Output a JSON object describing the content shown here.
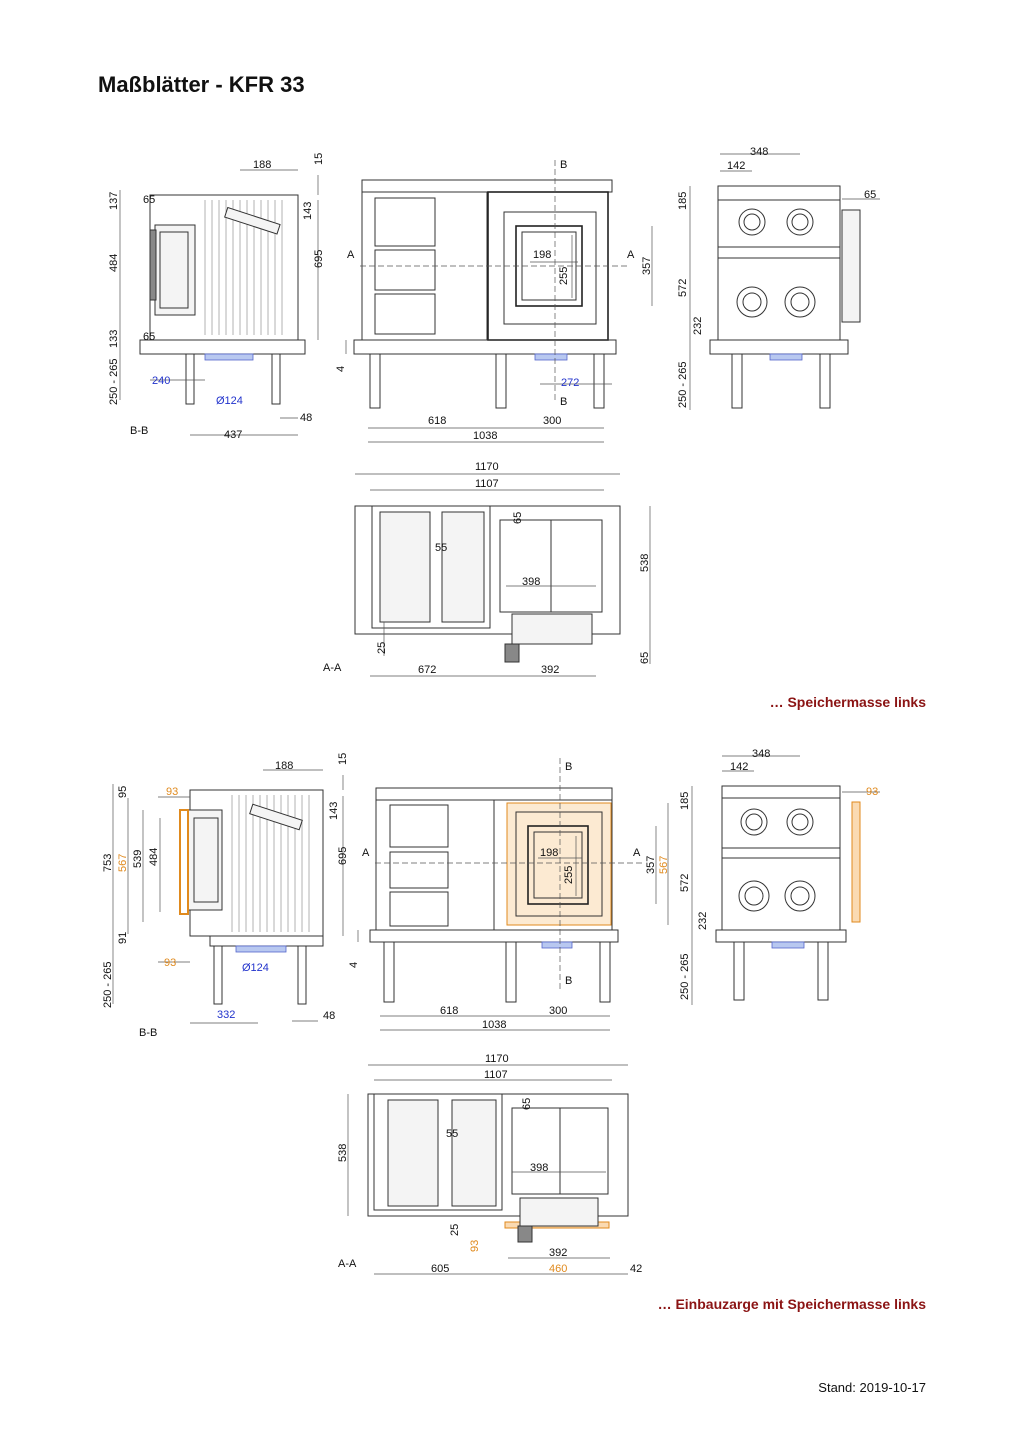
{
  "title": "Maßblätter - KFR 33",
  "captions": {
    "top": "… Speichermasse links",
    "bottom": "… Einbauzarge mit Speichermasse links"
  },
  "stand": "Stand: 2019-10-17",
  "colors": {
    "caption": "#8b1414",
    "dim_blue": "#2233cc",
    "dim_orange": "#e08a1e"
  },
  "s1": {
    "bb": {
      "label": "B-B",
      "d188": "188",
      "d15": "15",
      "d137": "137",
      "d65a": "65",
      "d143": "143",
      "d484": "484",
      "d695": "695",
      "d65b": "65",
      "d133": "133",
      "d250": "250 - 265",
      "d240": "240",
      "d124": "Ø124",
      "d48": "48",
      "d437": "437"
    },
    "front": {
      "b": "B",
      "a": "A",
      "d198": "198",
      "d255": "255",
      "d357": "357",
      "d4": "4",
      "d272": "272",
      "d618": "618",
      "d300": "300",
      "d1038": "1038"
    },
    "side": {
      "d348": "348",
      "d142": "142",
      "d65": "65",
      "d185": "185",
      "d572": "572",
      "d232": "232",
      "d250": "250 - 265"
    },
    "aa": {
      "label": "A-A",
      "d1170": "1170",
      "d1107": "1107",
      "d65a": "65",
      "d55": "55",
      "d398": "398",
      "d538": "538",
      "d25": "25",
      "d65b": "65",
      "d672": "672",
      "d392": "392"
    }
  },
  "s2": {
    "bb": {
      "label": "B-B",
      "d188": "188",
      "d15": "15",
      "d95": "95",
      "d93a": "93",
      "d143": "143",
      "d753": "753",
      "d567": "567",
      "d539": "539",
      "d484": "484",
      "d695": "695",
      "d91": "91",
      "d93b": "93",
      "d124": "Ø124",
      "d250": "250 - 265",
      "d332": "332",
      "d48": "48"
    },
    "front": {
      "b": "B",
      "a": "A",
      "d198": "198",
      "d255": "255",
      "d357": "357",
      "d567": "567",
      "d4": "4",
      "d618": "618",
      "d300": "300",
      "d1038": "1038"
    },
    "side": {
      "d348": "348",
      "d142": "142",
      "d93": "93",
      "d185": "185",
      "d572": "572",
      "d232": "232",
      "d250": "250 - 265"
    },
    "aa": {
      "label": "A-A",
      "d1170": "1170",
      "d1107": "1107",
      "d65": "65",
      "d55": "55",
      "d398": "398",
      "d538": "538",
      "d25": "25",
      "d93": "93",
      "d392": "392",
      "d605": "605",
      "d460": "460",
      "d42": "42"
    }
  }
}
